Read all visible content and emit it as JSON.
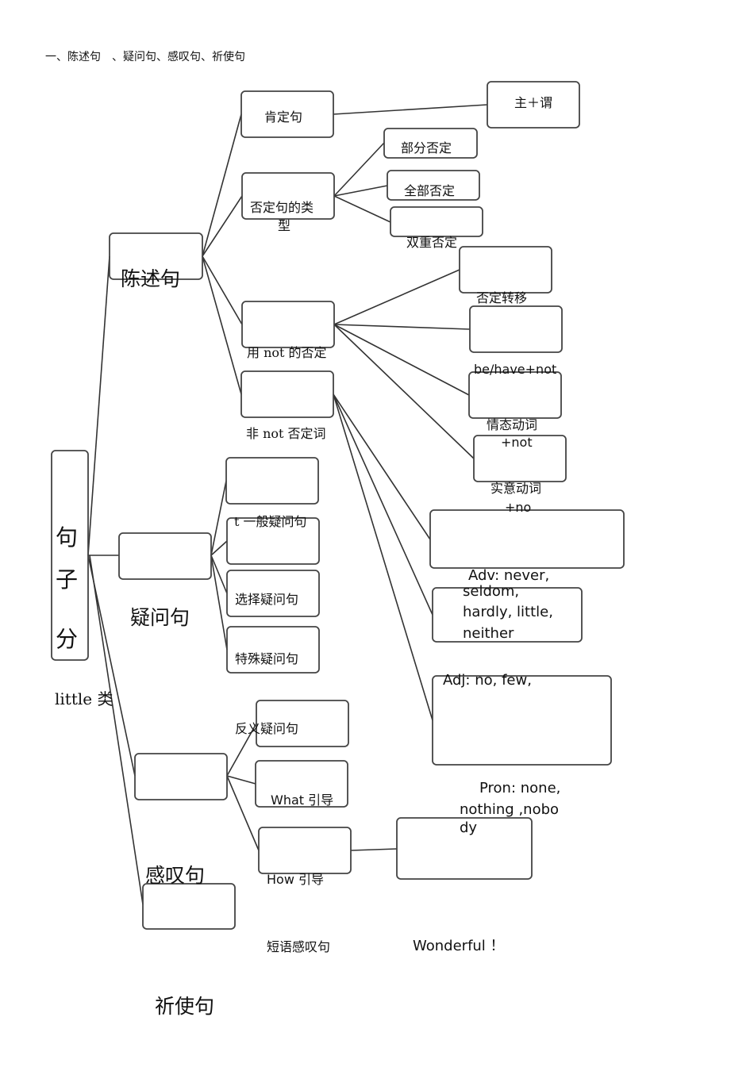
{
  "heading": "一、陈述句　、疑问句、感叹句、祈使句",
  "root": {
    "chars": [
      "句",
      "子",
      "分"
    ],
    "extra": "little 类"
  },
  "declarative": {
    "label": "陈述句",
    "affirmative": {
      "label": "肯定句",
      "child": "主＋谓"
    },
    "negative_types": {
      "label_line1": "否定句的类",
      "label_line2": "型",
      "children": [
        "部分否定",
        "全部否定",
        "双重否定"
      ]
    },
    "not_negation": {
      "label": "用 not 的否定",
      "children": [
        "否定转移",
        "be/have+not",
        "情态动词",
        "+not",
        "实意动词",
        "+no"
      ]
    },
    "non_not_negation": {
      "label": "非 not 否定词",
      "adv_lines": [
        "Adv: never,",
        "seldom,",
        "hardly, little,",
        "neither"
      ],
      "adj": "Adj: no, few,",
      "pron_lines": [
        "Pron: none,",
        "nothing ,nobo",
        "dy"
      ]
    }
  },
  "interrogative": {
    "label": "疑问句",
    "children": [
      "t 一般疑问句",
      "选择疑问句",
      "特殊疑问句",
      "反义疑问句"
    ]
  },
  "exclamatory": {
    "label": "感叹句",
    "children": [
      "What 引导",
      "How 引导",
      "短语感叹句"
    ],
    "example": "Wonderful ！"
  },
  "imperative": {
    "label": "祈使句"
  }
}
